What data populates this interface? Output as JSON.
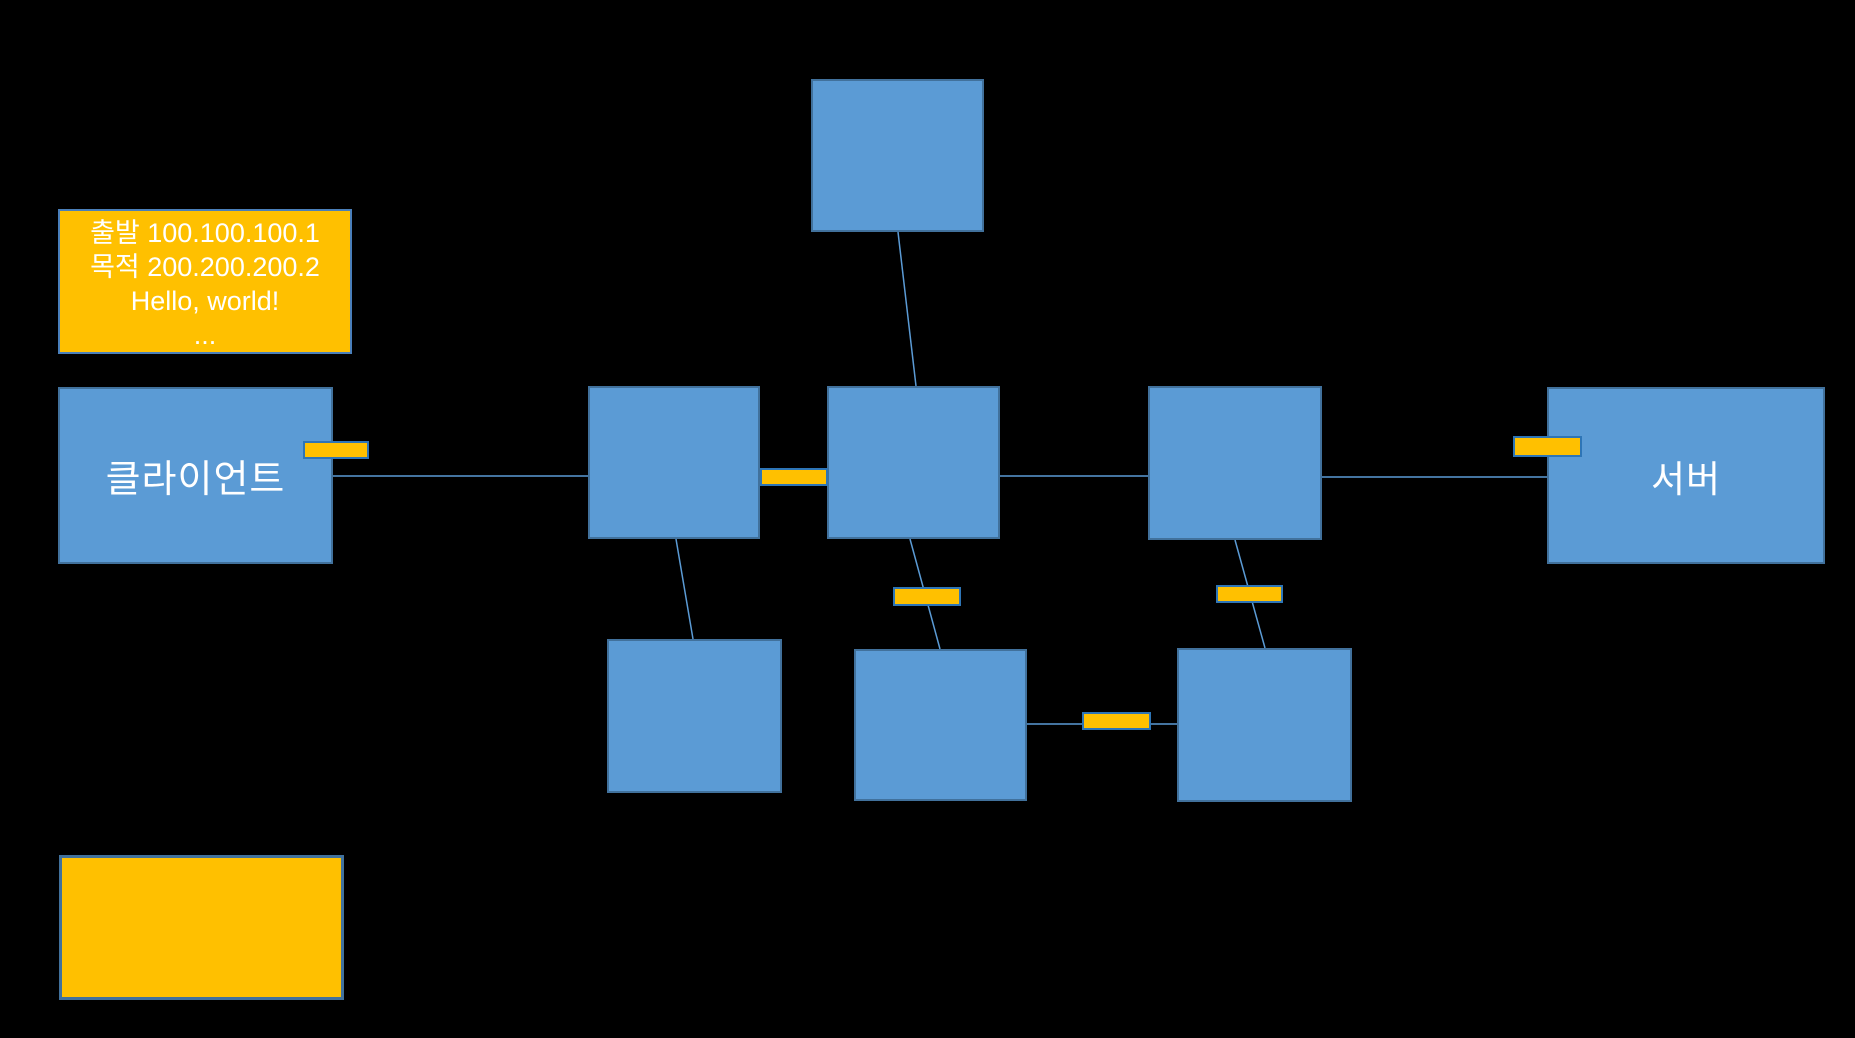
{
  "background": "#000000",
  "colors": {
    "node_fill": "#5B9BD5",
    "node_border": "#41719C",
    "packet_fill": "#FFC000",
    "packet_border": "#2E75B6",
    "connector": "#5B9BD5",
    "label_text": "#FFFFFF"
  },
  "packet_note": {
    "lines": [
      "출발 100.100.100.1",
      "목적 200.200.200.2",
      "Hello, world!",
      "..."
    ]
  },
  "nodes": {
    "client": {
      "label": "클라이언트"
    },
    "server": {
      "label": "서버"
    }
  }
}
